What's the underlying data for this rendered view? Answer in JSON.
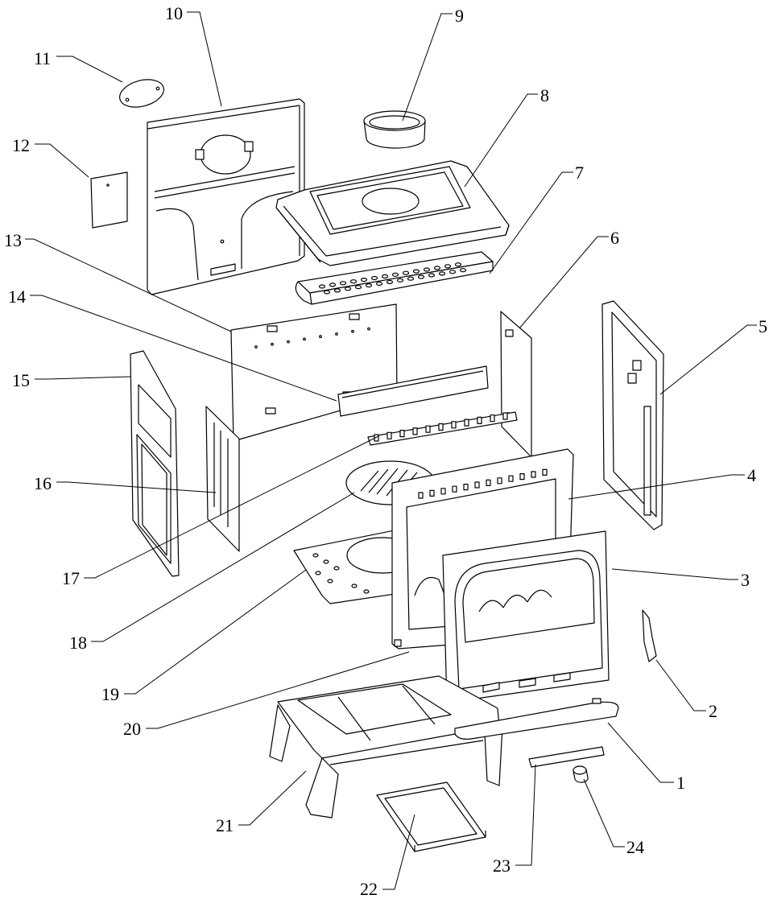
{
  "callouts": [
    "1",
    "2",
    "3",
    "4",
    "5",
    "6",
    "7",
    "8",
    "9",
    "10",
    "11",
    "12",
    "13",
    "14",
    "15",
    "16",
    "17",
    "18",
    "19",
    "20",
    "21",
    "22",
    "23",
    "24"
  ],
  "colors": {
    "line": "#000000",
    "background": "#ffffff"
  }
}
